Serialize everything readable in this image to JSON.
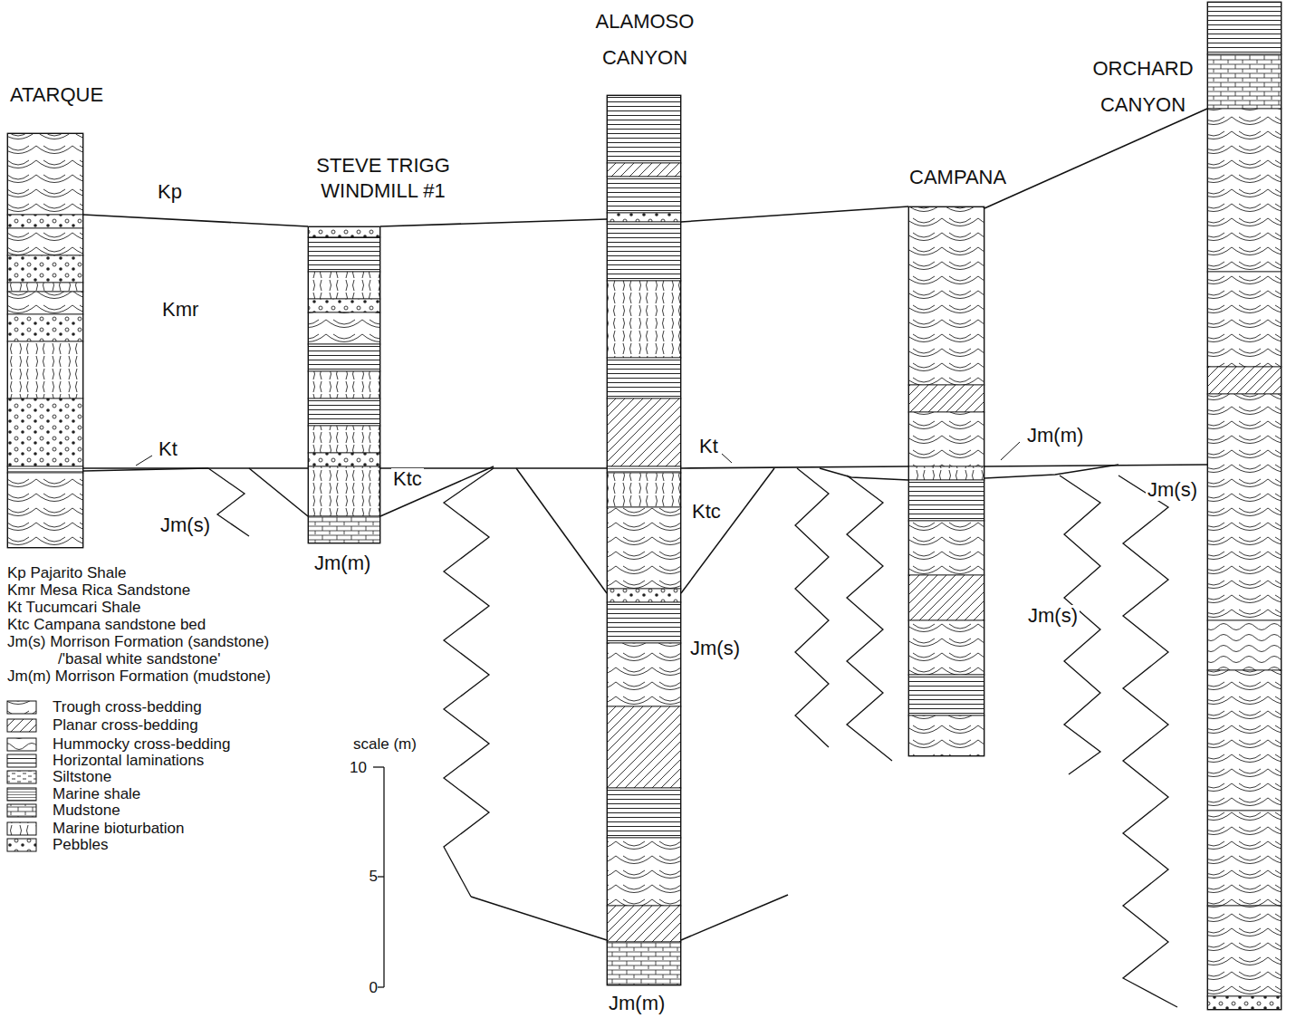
{
  "diagram": {
    "nodes": [
      {
        "text": [
          "ATARQUE"
        ]
      },
      {
        "text": [
          "STEVE TRIGG WINDMILL #1"
        ]
      },
      {
        "text": [
          "ALAMOSO CANYON"
        ]
      },
      {
        "text": [
          "CAMPANA"
        ]
      },
      {
        "text": [
          "ORCHARD CANYON"
        ]
      }
    ],
    "edges": [
      {
        "from": 0,
        "to": 1,
        "arrow": "none"
      },
      {
        "from": 1,
        "to": 2,
        "arrow": "none"
      },
      {
        "from": 2,
        "to": 3,
        "arrow": "none"
      },
      {
        "from": 3,
        "to": 4,
        "arrow": "none"
      },
      {
        "from": 0,
        "to": 1,
        "arrow": "none"
      },
      {
        "from": 1,
        "to": 2,
        "arrow": "none"
      },
      {
        "from": 2,
        "to": 3,
        "arrow": "none"
      },
      {
        "from": 3,
        "to": 4,
        "arrow": "none"
      }
    ],
    "labels": [
      "Kp",
      "Kmr",
      "Jm(m)",
      "Kt",
      "Kt",
      "Ktc",
      "Jm(s)",
      "Ktc",
      "Jm(s)",
      "Jm(m)",
      "Jm(s)",
      "Jm(s)",
      "Jm(m)",
      "Kp Pajarito Shale",
      "Kmr Mesa Rica Sandstone",
      "Kt Tucumcari Shale",
      "Ktc Campana sandstone bed",
      "Jm(s) Morrison Formation (sandstone) /'basal white sandstone'",
      "Jm(m) Morrison Formation (mudstone)",
      "scale (m)",
      "10",
      "5",
      "0"
    ],
    "legend": [
      {
        "text": "Trough cross-bedding"
      },
      {
        "text": "Planar cross-bedding"
      },
      {
        "text": "Hummocky cross-bedding"
      },
      {
        "text": "Horizontal laminations"
      },
      {
        "text": "Siltstone"
      },
      {
        "text": "Marine shale"
      },
      {
        "text": "Mudstone"
      },
      {
        "text": "Marine bioturbation"
      },
      {
        "text": "Pebbles"
      }
    ]
  }
}
